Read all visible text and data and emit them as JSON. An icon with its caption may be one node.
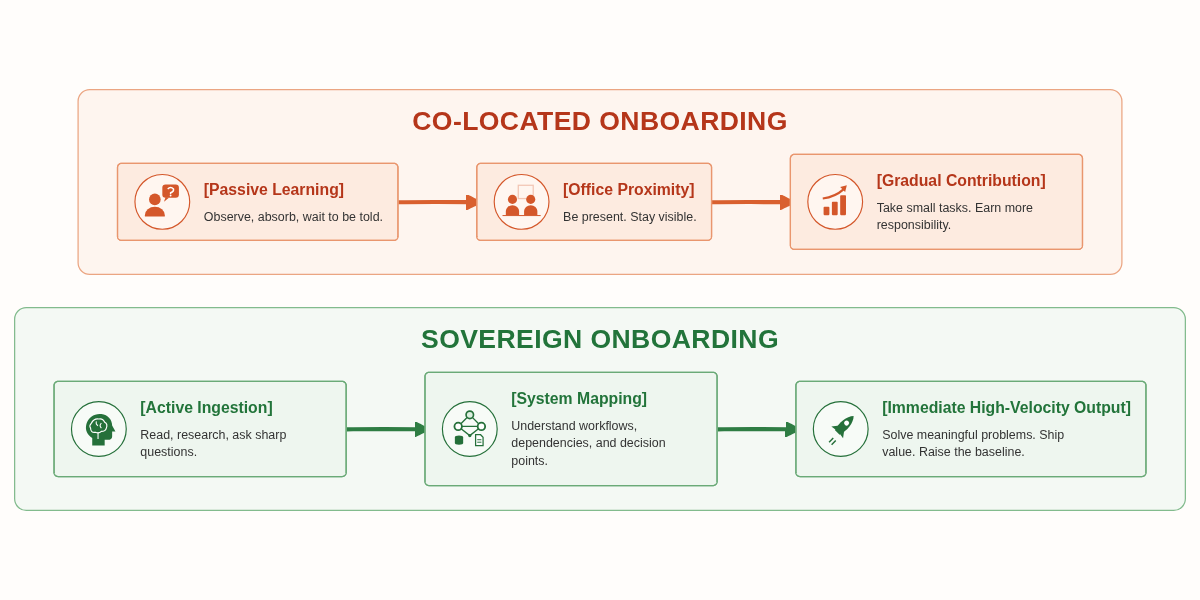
{
  "diagram": {
    "nodes": [
      {
        "text": [
          "CO-LOCATED ONBOARDING"
        ]
      },
      {
        "text": [
          "[Passive Learning]",
          "Observe, absorb, wait to be told."
        ],
        "in": 0
      },
      {
        "text": [
          "[Office Proximity]",
          "Be present. Stay visible."
        ],
        "in": 0
      },
      {
        "text": [
          "[Gradual Contribution]",
          "Take small tasks. Earn more responsibility."
        ],
        "in": 0
      },
      {
        "text": [
          "SOVEREIGN ONBOARDING"
        ]
      },
      {
        "text": [
          "[Active Ingestion]",
          "Read, research, ask sharp questions."
        ],
        "in": 4
      },
      {
        "text": [
          "[System Mapping]",
          "Understand workflows, dependencies, and decision points."
        ],
        "in": 4
      },
      {
        "text": [
          "[Immediate High-Velocity Output]",
          "Solve meaningful problems. Ship value. Raise the baseline."
        ],
        "in": 4
      }
    ],
    "edges": [
      {
        "from": 1,
        "to": 2,
        "arrow": "to",
        "color": "#d9602f"
      },
      {
        "from": 2,
        "to": 3,
        "arrow": "to",
        "color": "#d9602f"
      },
      {
        "from": 5,
        "to": 6,
        "arrow": "to",
        "color": "#2e7d43"
      },
      {
        "from": 6,
        "to": 7,
        "arrow": "to",
        "color": "#2e7d43"
      }
    ]
  }
}
